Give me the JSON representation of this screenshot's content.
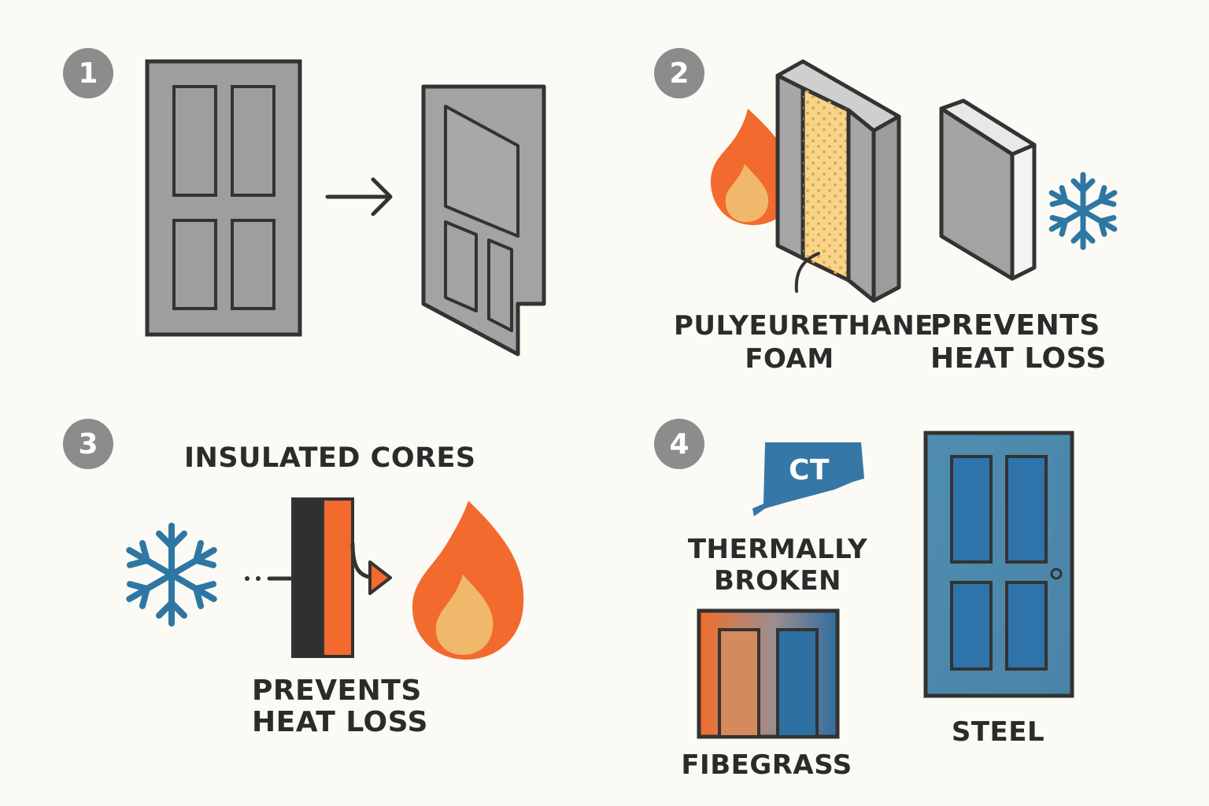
{
  "steps": [
    {
      "number": "1"
    },
    {
      "number": "2",
      "foam_label_line1": "PULYEURETHANE",
      "foam_label_line2": "FOAM",
      "prevents_line1": "PREVENTS",
      "prevents_line2": "HEAT LOSS"
    },
    {
      "number": "3",
      "title": "INSULATED CORES",
      "prevents_line1": "PREVENTS",
      "prevents_line2": "HEAT LOSS"
    },
    {
      "number": "4",
      "state_abbr": "CT",
      "thermal_line1": "THERMALLY",
      "thermal_line2": "BROKEN",
      "fiberglass_label": "FIBEGRASS",
      "steel_label": "STEEL"
    }
  ],
  "colors": {
    "background": "#fbfaf4",
    "outline": "#333333",
    "door_gray": "#9e9e9e",
    "badge_gray": "#8c8c8c",
    "flame_orange": "#f26a2e",
    "flame_inner": "#f0b86a",
    "foam_yellow": "#f6d58a",
    "snow_blue": "#2e77a4",
    "steel_blue": "#4a87a8",
    "panel_blue": "#2d73a8"
  },
  "icons": [
    "door-icon",
    "opening-door-icon",
    "arrow-right-icon",
    "foam-panel-icon",
    "flame-icon",
    "snowflake-icon",
    "ct-state-icon",
    "steel-door-icon"
  ]
}
